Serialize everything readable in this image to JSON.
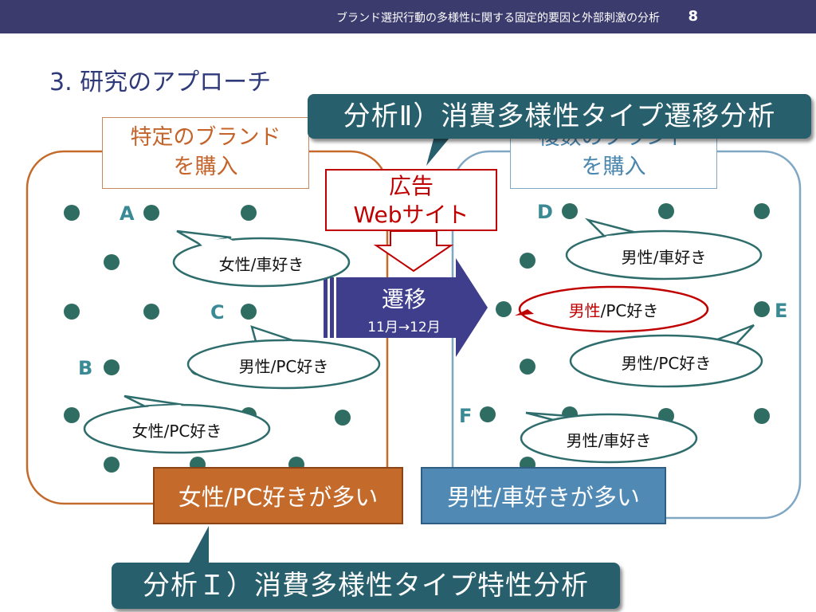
{
  "header": {
    "subtitle": "ブランド選択行動の多様性に関する固定的要因と外部刺激の分析",
    "page_number": "8"
  },
  "title": "3. 研究のアプローチ",
  "banners": {
    "analysis2": "分析Ⅱ）消費多様性タイプ遷移分析",
    "analysis1": "分析Ｉ）消費多様性タイプ特性分析"
  },
  "groups": {
    "left": {
      "line1": "特定のブランド",
      "line2": "を購入"
    },
    "right": {
      "line1": "複数のブランド",
      "line2": "を購入"
    }
  },
  "ad_box": {
    "line1": "広告",
    "line2": "Webサイト"
  },
  "transition": {
    "label": "遷移",
    "period": "11月→12月"
  },
  "summaries": {
    "left": "女性/PC好きが多い",
    "right": "男性/車好きが多い"
  },
  "letters": [
    "A",
    "B",
    "C",
    "D",
    "E",
    "F"
  ],
  "bubbles": {
    "left1": "女性/車好き",
    "left2": "男性/PC好き",
    "left3": "女性/PC好き",
    "right1": "男性/車好き",
    "right2_highlight": "男性",
    "right2_rest": "/PC好き",
    "right3": "男性/PC好き",
    "right4": "男性/車好き"
  },
  "colors": {
    "header_bar": "#3b3b6e",
    "title": "#2f3a7a",
    "banner": "#275f6d",
    "left_group": "#c4642a",
    "right_group": "#4f89b4",
    "dot": "#2f6d63",
    "highlight_red": "#c00000",
    "arrow": "#3e3e8c"
  }
}
